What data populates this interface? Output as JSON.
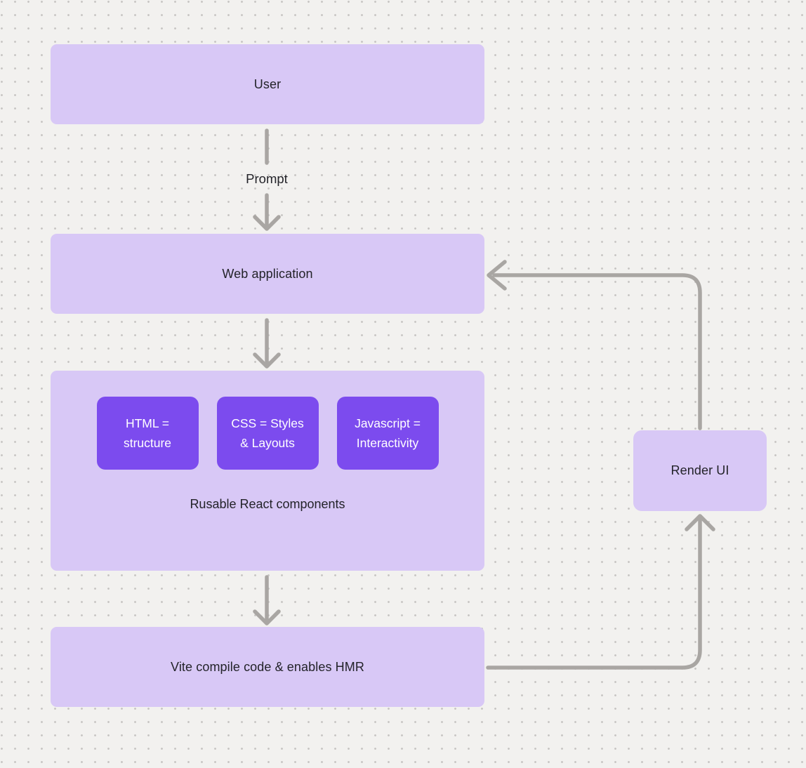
{
  "canvas": {
    "background": "#f2f1ef",
    "dot_color": "#c8c6c4"
  },
  "colors": {
    "canvas_bg": "#f2f1ef",
    "dot_color": "#c8c6c4",
    "node_fill": "#d8c8f6",
    "tech_fill": "#7c4bee",
    "connector": "#a9a6a3",
    "text_dark": "#232329",
    "text_light": "#ffffff"
  },
  "nodes": {
    "user": {
      "label": "User"
    },
    "web_application": {
      "label": "Web application"
    },
    "components_group": {
      "caption": "Rusable React components",
      "children": [
        {
          "label": "HTML = structure"
        },
        {
          "label": "CSS = Styles & Layouts"
        },
        {
          "label": "Javascript = Interactivity"
        }
      ]
    },
    "vite": {
      "label": "Vite compile code & enables HMR"
    },
    "render_ui": {
      "label": "Render UI"
    }
  },
  "edges": {
    "prompt_label": "Prompt"
  }
}
